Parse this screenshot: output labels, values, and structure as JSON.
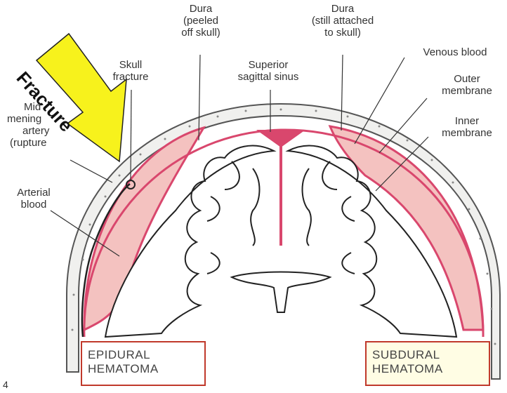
{
  "labels": {
    "dura_peeled": [
      "Dura",
      "(peeled",
      "off skull)"
    ],
    "dura_attached": [
      "Dura",
      "(still attached",
      "to skull)"
    ],
    "skull_fracture": [
      "Skull",
      "fracture"
    ],
    "superior_sinus": [
      "Superior",
      "sagittal sinus"
    ],
    "venous_blood": "Venous blood",
    "outer_membrane": [
      "Outer",
      "membrane"
    ],
    "inner_membrane": [
      "Inner",
      "membrane"
    ],
    "middle_meningeal": [
      "Mid",
      "mening",
      "artery",
      "(rupture"
    ],
    "arterial_blood": [
      "Arterial",
      "blood"
    ]
  },
  "arrow_text": "Fracture",
  "boxes": {
    "epidural": [
      "EPIDURAL",
      "HEMATOMA"
    ],
    "subdural": [
      "SUBDURAL",
      "HEMATOMA"
    ]
  },
  "corner_mark": "4",
  "colors": {
    "hematoma": "#f4c2c0",
    "dura": "#d9476d",
    "arrow": "#f7f21c",
    "box_border": "#c0392b"
  }
}
